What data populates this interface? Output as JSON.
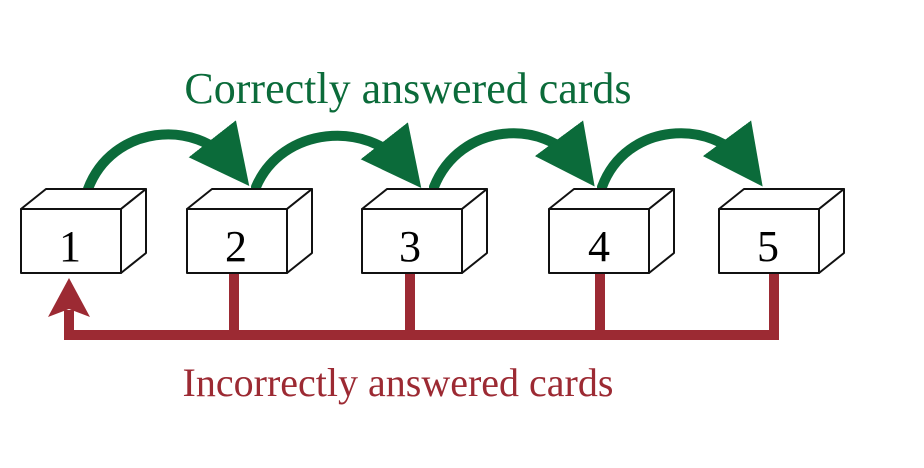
{
  "title_correct": "Correctly answered cards",
  "title_incorrect": "Incorrectly answered cards",
  "boxes": [
    {
      "label": "1"
    },
    {
      "label": "2"
    },
    {
      "label": "3"
    },
    {
      "label": "4"
    },
    {
      "label": "5"
    }
  ],
  "colors": {
    "correct": "#0b6b3a",
    "incorrect": "#9c2a33",
    "outline": "#111111"
  },
  "icons": {
    "forward_arrow": "curved-arrow-icon",
    "return_arrow": "up-arrow-icon"
  }
}
